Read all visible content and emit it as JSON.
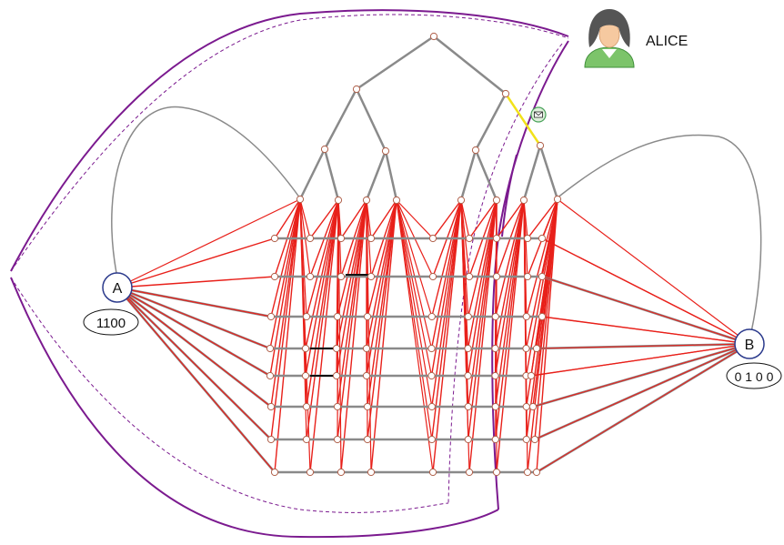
{
  "user": {
    "name": "ALICE",
    "icon": "user-avatar-icon"
  },
  "node_a": {
    "label": "A",
    "bits": "1100"
  },
  "node_b": {
    "label": "B",
    "bits": "0 1 0 0"
  },
  "message_icon": "envelope-icon",
  "colors": {
    "tree_edge": "#8a8a8a",
    "red_link": "#e8201a",
    "grid_edge": "#8a8a8a",
    "purple_curve": "#7b1a8f",
    "yellow_edge": "#f2e21a",
    "node_stroke": "#b0604a",
    "endpoint_stroke": "#2b3a8c"
  }
}
